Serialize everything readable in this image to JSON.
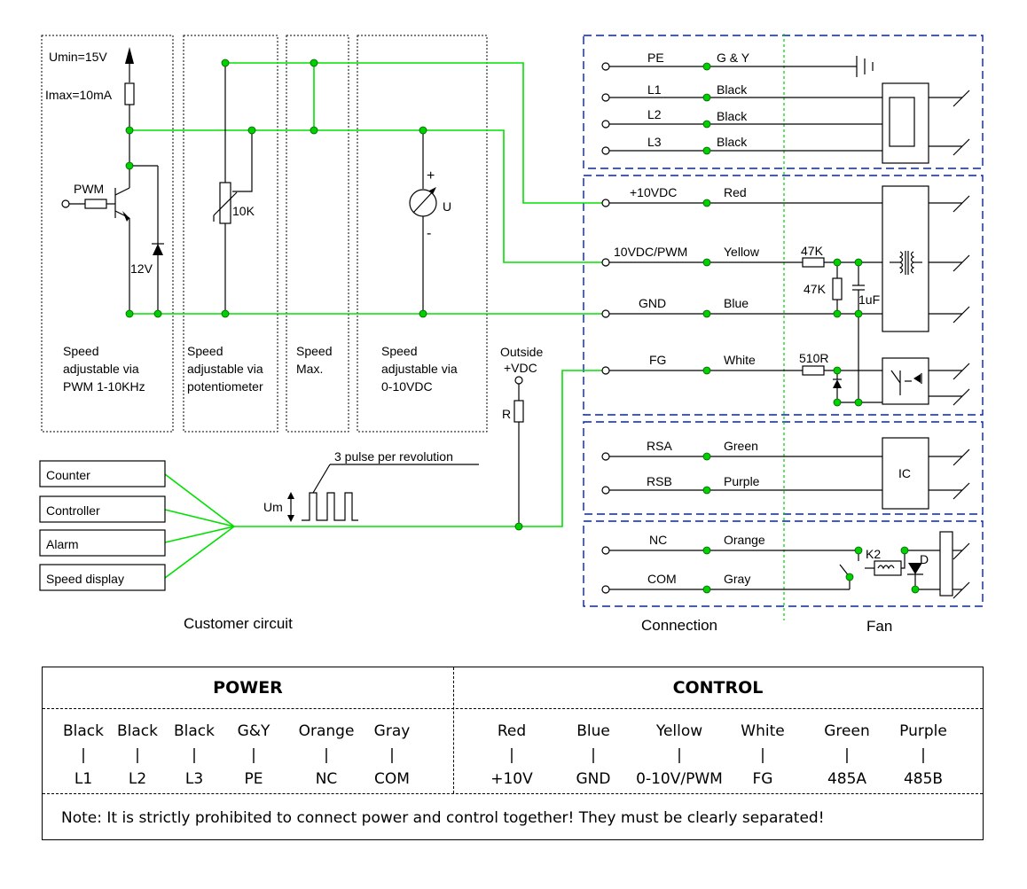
{
  "customer": {
    "umin": "Umin=15V",
    "imax": "Imax=10mA",
    "pwm_label": "PWM",
    "zener_label": "12V",
    "pot_label": "10K",
    "meter_plus": "+",
    "meter_minus": "-",
    "meter_label": "U",
    "panels": [
      {
        "lines": [
          "Speed",
          "adjustable via",
          "PWM 1-10KHz"
        ]
      },
      {
        "lines": [
          "Speed",
          "adjustable via",
          "potentiometer"
        ]
      },
      {
        "lines": [
          "Speed",
          "Max."
        ]
      },
      {
        "lines": [
          "Speed",
          "adjustable via",
          "0-10VDC"
        ]
      }
    ],
    "outside_vdc": [
      "Outside",
      "+VDC"
    ],
    "resistor_r": "R",
    "pulse_note": "3 pulse per revolution",
    "um_label": "Um",
    "devices": [
      "Counter",
      "Controller",
      "Alarm",
      "Speed display"
    ],
    "caption": "Customer circuit"
  },
  "connection": {
    "caption": "Connection",
    "power": [
      {
        "pin": "PE",
        "color": "G & Y"
      },
      {
        "pin": "L1",
        "color": "Black"
      },
      {
        "pin": "L2",
        "color": "Black"
      },
      {
        "pin": "L3",
        "color": "Black"
      }
    ],
    "control": [
      {
        "pin": "+10VDC",
        "color": "Red"
      },
      {
        "pin": "10VDC/PWM",
        "color": "Yellow"
      },
      {
        "pin": "GND",
        "color": "Blue"
      },
      {
        "pin": "FG",
        "color": "White"
      }
    ],
    "bus": [
      {
        "pin": "RSA",
        "color": "Green"
      },
      {
        "pin": "RSB",
        "color": "Purple"
      }
    ],
    "relay": [
      {
        "pin": "NC",
        "color": "Orange"
      },
      {
        "pin": "COM",
        "color": "Gray"
      }
    ]
  },
  "fan": {
    "caption": "Fan",
    "r_47k_series": "47K",
    "r_47k_shunt": "47K",
    "cap_1uf": "1uF",
    "r_510": "510R",
    "ic_label": "IC",
    "relay_k2": "K2",
    "diode_d": "D"
  },
  "table": {
    "power_header": "POWER",
    "control_header": "CONTROL",
    "power_cols": [
      {
        "color": "Black",
        "pin": "L1"
      },
      {
        "color": "Black",
        "pin": "L2"
      },
      {
        "color": "Black",
        "pin": "L3"
      },
      {
        "color": "G&Y",
        "pin": "PE"
      },
      {
        "color": "Orange",
        "pin": "NC"
      },
      {
        "color": "Gray",
        "pin": "COM"
      }
    ],
    "control_cols": [
      {
        "color": "Red",
        "pin": "+10V"
      },
      {
        "color": "Blue",
        "pin": "GND"
      },
      {
        "color": "Yellow",
        "pin": "0-10V/PWM"
      },
      {
        "color": "White",
        "pin": "FG"
      },
      {
        "color": "Green",
        "pin": "485A"
      },
      {
        "color": "Purple",
        "pin": "485B"
      }
    ],
    "separator": "|",
    "note": "Note: It is strictly prohibited to connect power and control together!  They must be clearly separated!"
  },
  "colors": {
    "wire": "#00e000",
    "boundary": "#0020c0",
    "divider": "#00d000"
  }
}
